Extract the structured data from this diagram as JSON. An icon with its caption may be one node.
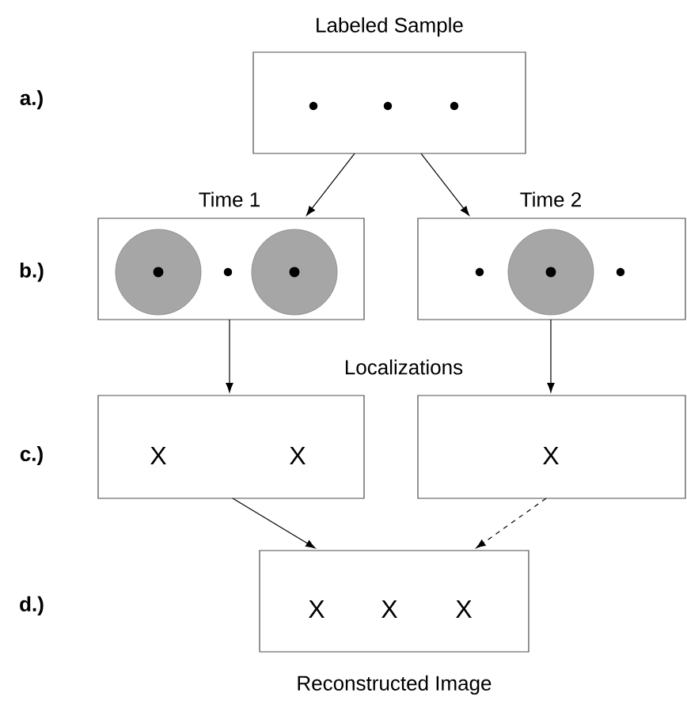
{
  "diagram": {
    "nodes": [
      {
        "text": [
          "Labeled Sample"
        ]
      },
      {
        "text": [
          "Time 1"
        ]
      },
      {
        "text": [
          "Time 2"
        ]
      },
      {
        "text": [
          "X",
          "X"
        ]
      },
      {
        "text": [
          "X"
        ]
      },
      {
        "text": [
          "Reconstructed Image",
          "X",
          "X",
          "X"
        ]
      }
    ],
    "edges": [
      {
        "from": 0,
        "to": 1,
        "arrow": "to"
      },
      {
        "from": 0,
        "to": 2,
        "arrow": "to"
      },
      {
        "from": 1,
        "to": 3,
        "arrow": "to"
      },
      {
        "from": 2,
        "to": 4,
        "arrow": "to"
      },
      {
        "from": 3,
        "to": 5,
        "arrow": "to"
      },
      {
        "from": 4,
        "to": 5,
        "arrow": "to",
        "style": "dashed"
      }
    ],
    "labels": [
      "a.)",
      "b.)",
      "c.)",
      "d.)",
      "Localizations"
    ]
  }
}
